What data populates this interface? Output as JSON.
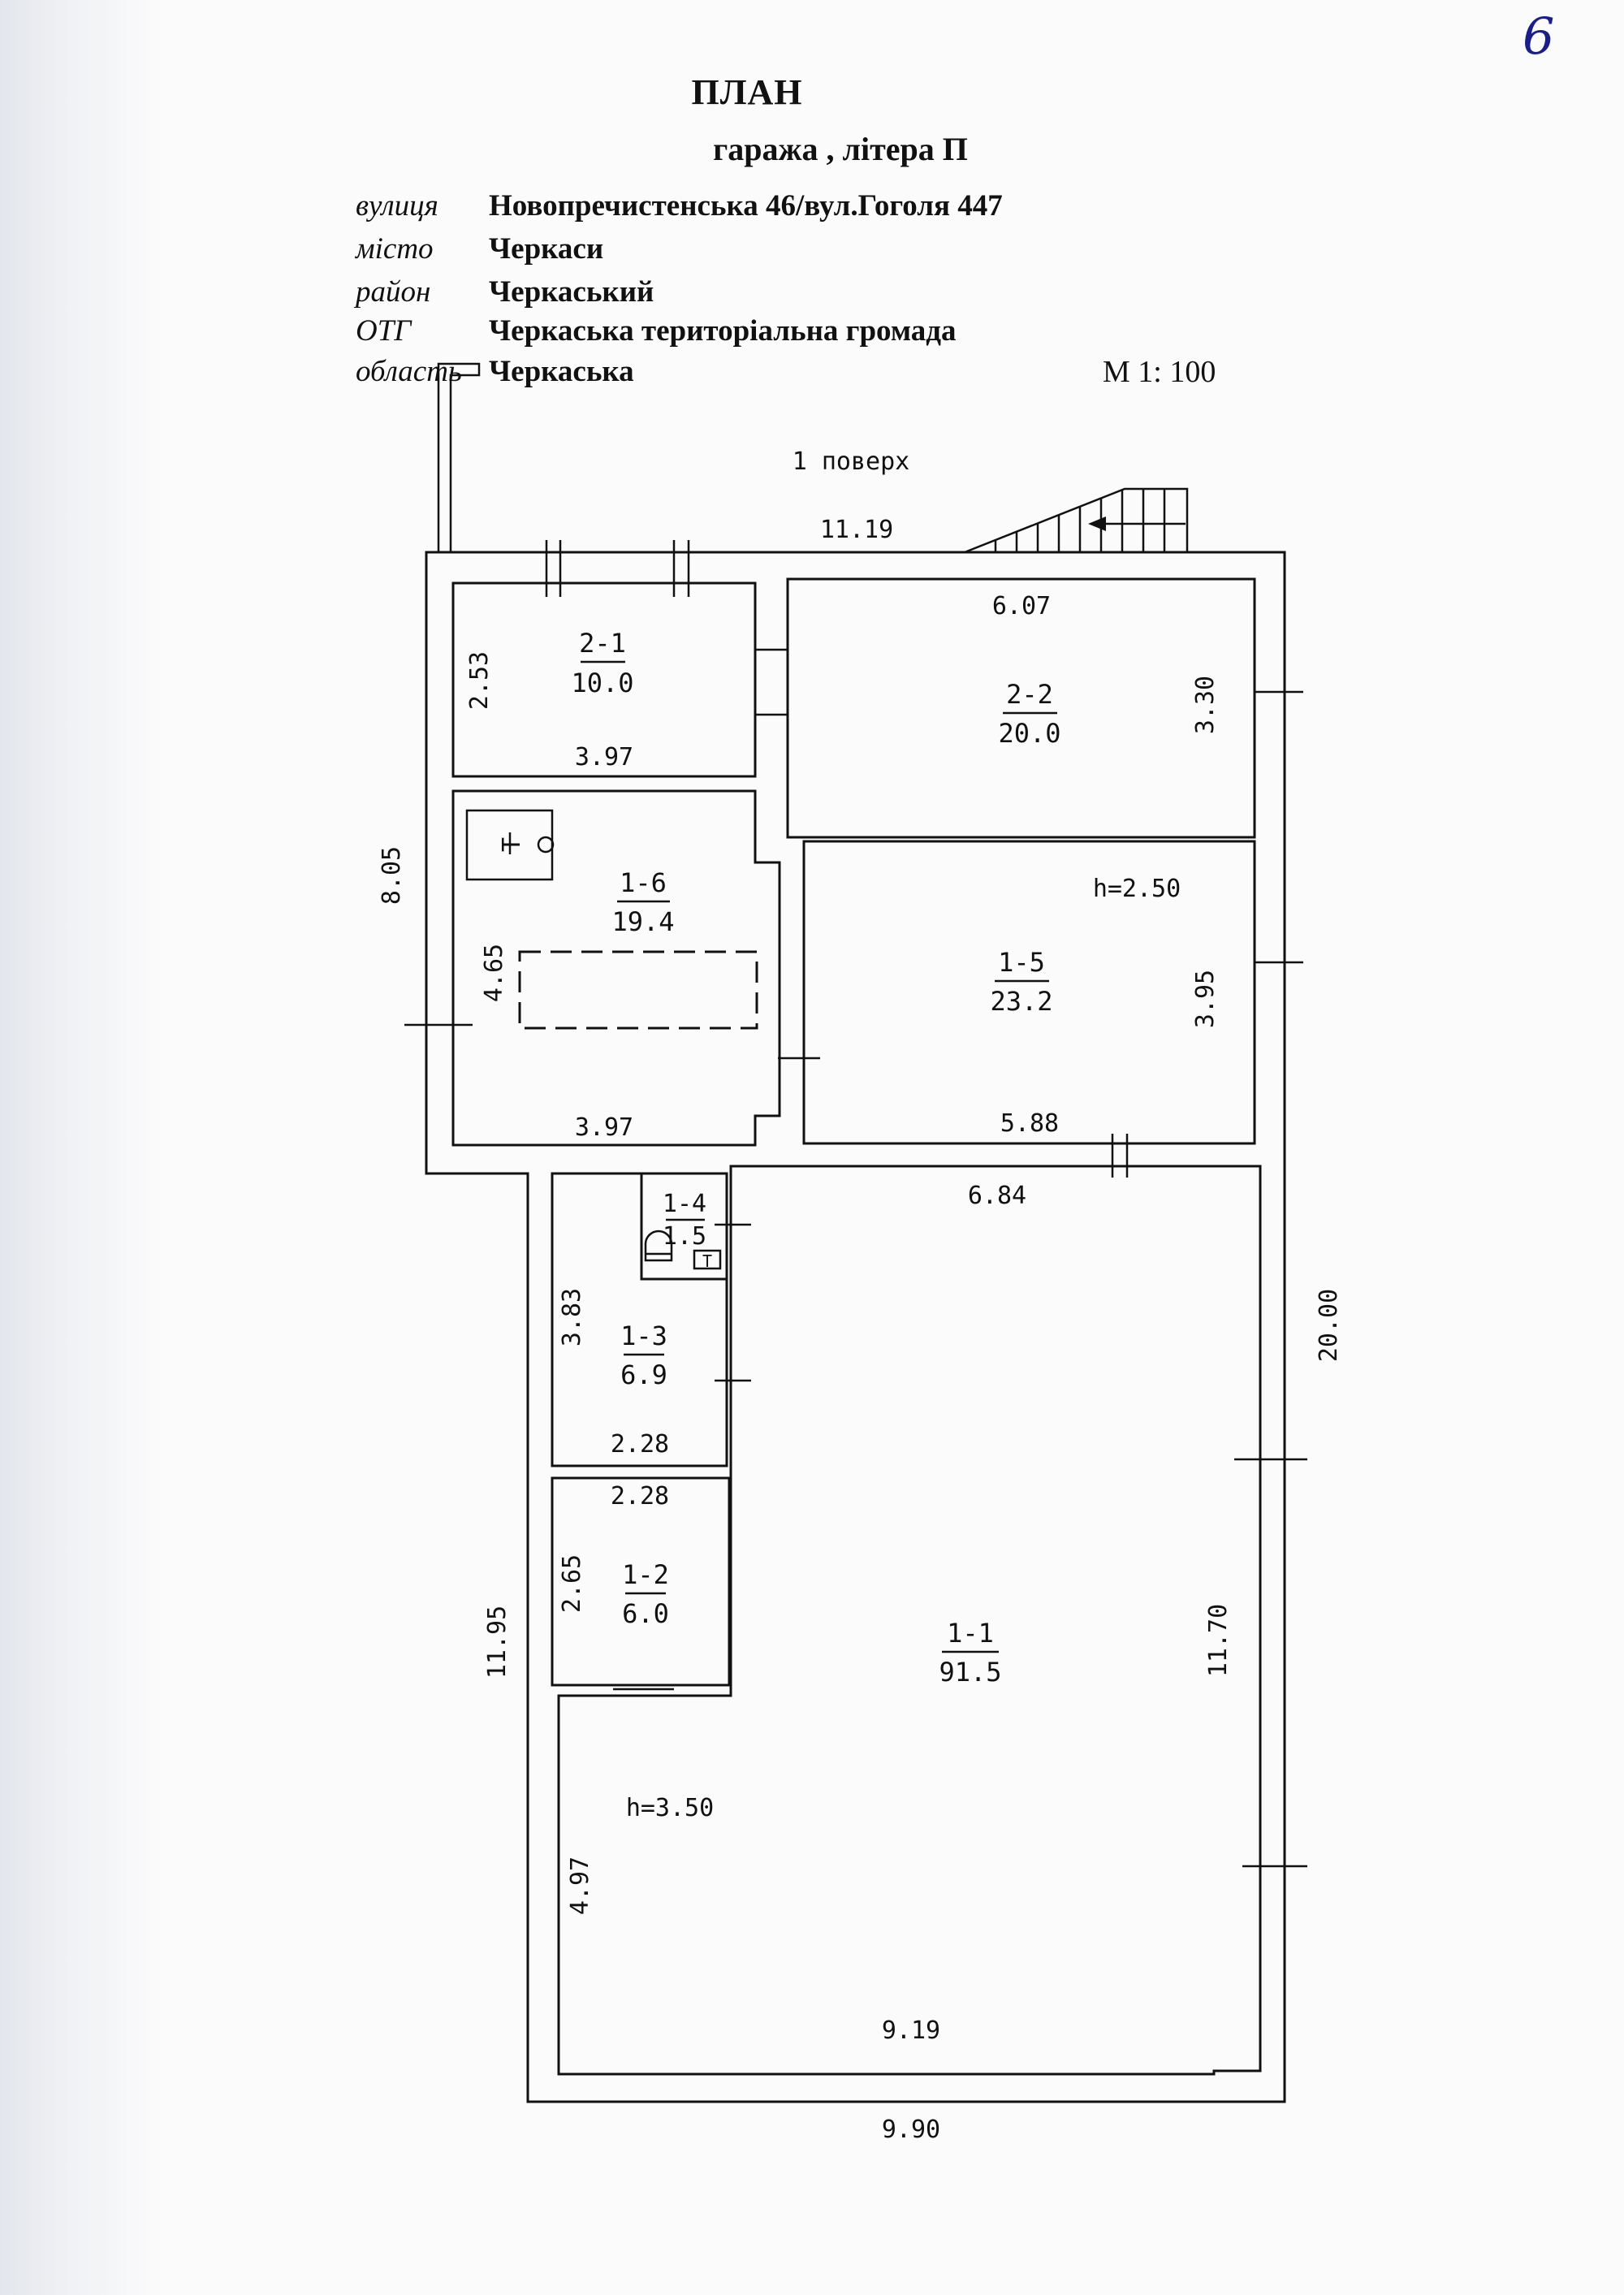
{
  "page_number": "6",
  "header": {
    "title": "ПЛАН",
    "subtitle": "гаража , літера   П",
    "scale": "М 1: 100"
  },
  "address": [
    {
      "label": "вулиця",
      "value": "Новопречистенська 46/вул.Гоголя 447"
    },
    {
      "label": "місто",
      "value": "Черкаси"
    },
    {
      "label": "район",
      "value": "Черкаський"
    },
    {
      "label": "ОТГ",
      "value": "Черкаська територіальна громада"
    },
    {
      "label": "область",
      "value": "Черкаська"
    }
  ],
  "plan": {
    "floor": "1 поверх",
    "rooms": [
      {
        "id": "2-1",
        "area": "10.0"
      },
      {
        "id": "2-2",
        "area": "20.0"
      },
      {
        "id": "1-6",
        "area": "19.4"
      },
      {
        "id": "1-5",
        "area": "23.2",
        "height": "h=2.50"
      },
      {
        "id": "1-4",
        "area": "1.5"
      },
      {
        "id": "1-3",
        "area": "6.9"
      },
      {
        "id": "1-2",
        "area": "6.0"
      },
      {
        "id": "1-1",
        "area": "91.5",
        "height": "h=3.50"
      }
    ],
    "fixtures": {
      "boiler_letter": "Т",
      "toilet_letter": "Т"
    },
    "dimensions": {
      "top_total": "11.19",
      "room_2_2_width": "6.07",
      "room_2_1_depth": "2.53",
      "room_2_1_width": "3.97",
      "room_2_2_depth": "3.30",
      "left_upper_total": "8.05",
      "room_1_6_depth": "4.65",
      "room_1_6_width": "3.97",
      "room_1_5_depth": "3.95",
      "room_1_5_width": "5.88",
      "room_1_1_top_width": "6.84",
      "right_total": "20.00",
      "room_1_3_depth": "3.83",
      "room_1_3_width": "2.28",
      "room_1_2_width": "2.28",
      "room_1_2_depth": "2.65",
      "left_lower_total": "11.95",
      "room_1_1_depth": "11.70",
      "room_1_1_lower_depth": "4.97",
      "room_1_1_bottom_width": "9.19",
      "bottom_total": "9.90"
    }
  }
}
